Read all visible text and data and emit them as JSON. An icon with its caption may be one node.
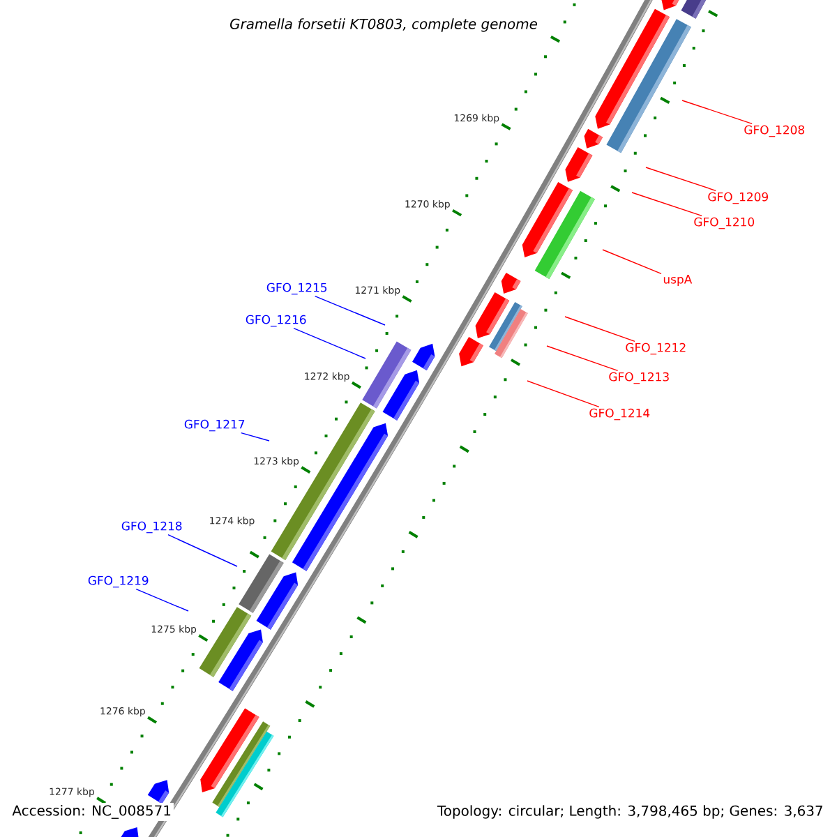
{
  "diagram": {
    "title": "Gramella forsetii KT0803, complete genome",
    "nodes": [
      {
        "text": [
          "GFO_1208"
        ]
      },
      {
        "text": [
          "GFO_1209"
        ]
      },
      {
        "text": [
          "GFO_1210"
        ]
      },
      {
        "text": [
          "uspA"
        ]
      },
      {
        "text": [
          "GFO_1215"
        ]
      },
      {
        "text": [
          "GFO_1216"
        ]
      },
      {
        "text": [
          "GFO_1212"
        ]
      },
      {
        "text": [
          "GFO_1213"
        ]
      },
      {
        "text": [
          "GFO_1214"
        ]
      },
      {
        "text": [
          "GFO_1217"
        ]
      },
      {
        "text": [
          "GFO_1218"
        ]
      },
      {
        "text": [
          "GFO_1219"
        ]
      }
    ],
    "edges": [
      {
        "from": 0,
        "to": null,
        "arrow": "none",
        "color": "#ff0000"
      },
      {
        "from": 1,
        "to": null,
        "arrow": "none",
        "color": "#ff0000"
      },
      {
        "from": 2,
        "to": null,
        "arrow": "none",
        "color": "#ff0000"
      },
      {
        "from": 3,
        "to": null,
        "arrow": "none",
        "color": "#ff0000"
      },
      {
        "from": 4,
        "to": null,
        "arrow": "none",
        "color": "#0000ff"
      },
      {
        "from": 5,
        "to": null,
        "arrow": "none",
        "color": "#0000ff"
      },
      {
        "from": 6,
        "to": null,
        "arrow": "none",
        "color": "#ff0000"
      },
      {
        "from": 7,
        "to": null,
        "arrow": "none",
        "color": "#ff0000"
      },
      {
        "from": 8,
        "to": null,
        "arrow": "none",
        "color": "#ff0000"
      },
      {
        "from": 9,
        "to": null,
        "arrow": "none",
        "color": "#0000ff"
      },
      {
        "from": 10,
        "to": null,
        "arrow": "none",
        "color": "#0000ff"
      },
      {
        "from": 11,
        "to": null,
        "arrow": "none",
        "color": "#0000ff"
      }
    ],
    "labels": [
      "1269 kbp",
      "1270 kbp",
      "1271 kbp",
      "1272 kbp",
      "1273 kbp",
      "1274 kbp",
      "1275 kbp",
      "1276 kbp",
      "1277 kbp",
      "Accession: NC_008571",
      "Topology: circular; Length: 3,798,465 bp; Genes: 3,637"
    ]
  }
}
